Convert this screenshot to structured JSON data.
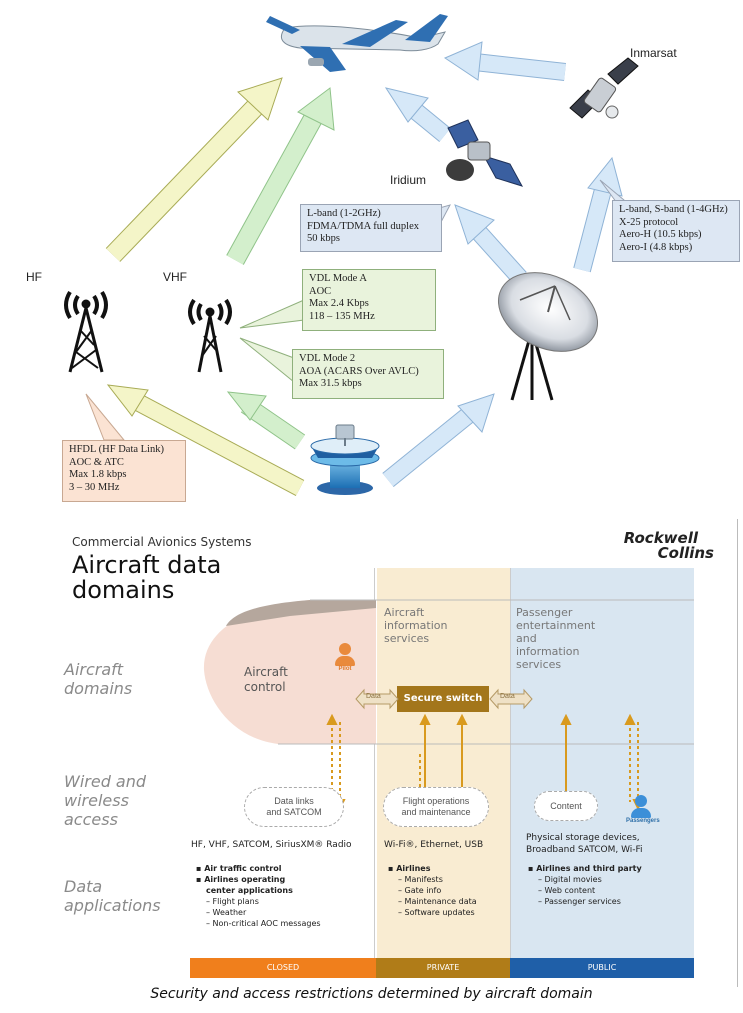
{
  "top_diagram": {
    "labels": {
      "hf": "HF",
      "vhf": "VHF",
      "iridium": "Iridium",
      "inmarsat": "Inmarsat"
    },
    "callouts": {
      "iridium": [
        "L-band (1-2GHz)",
        "FDMA/TDMA full duplex",
        "50 kbps"
      ],
      "inmarsat": [
        "L-band, S-band (1-4GHz)",
        "X-25 protocol",
        "Aero-H (10.5 kbps)",
        "Aero-I (4.8 kbps)"
      ],
      "vdl_a": [
        "VDL Mode A",
        "AOC",
        "Max 2.4 Kbps",
        "118 – 135 MHz"
      ],
      "vdl_2": [
        "VDL Mode 2",
        "AOA (ACARS Over AVLC)",
        "Max 31.5 kbps"
      ],
      "hfdl": [
        "HFDL (HF Data Link)",
        "AOC & ATC",
        "Max 1.8 kbps",
        "3 – 30 MHz"
      ]
    },
    "colors": {
      "hf_arrow": "#f4f5c8",
      "vhf_arrow": "#d3efcc",
      "sat_arrow": "#d6e8f8",
      "callout_blue": "#dde7f3",
      "callout_green": "#e9f3dc",
      "callout_peach": "#fbe3d3"
    }
  },
  "bottom_slide": {
    "kicker": "Commercial Avionics Systems",
    "title_line1": "Aircraft data",
    "title_line2": "domains",
    "brand_line1": "Rockwell",
    "brand_line2": "Collins",
    "row_labels": {
      "aircraft_domains": [
        "Aircraft",
        "domains"
      ],
      "access": [
        "Wired and",
        "wireless",
        "access"
      ],
      "applications": [
        "Data",
        "applications"
      ]
    },
    "domains": {
      "control": {
        "label": [
          "Aircraft",
          "control"
        ],
        "avatar": "Pilot"
      },
      "info": {
        "label": [
          "Aircraft",
          "information",
          "services"
        ]
      },
      "pax": {
        "label": [
          "Passenger",
          "entertainment",
          "and",
          "information",
          "services"
        ]
      }
    },
    "data_tag": "Data",
    "switch_label": "Secure switch",
    "clouds": {
      "control": [
        "Data links",
        "and SATCOM"
      ],
      "info": [
        "Flight operations",
        "and maintenance"
      ],
      "pax": [
        "Content"
      ],
      "pax_avatar": "Passengers"
    },
    "access": {
      "control": "HF, VHF, SATCOM, SiriusXM® Radio",
      "info": "Wi-Fi®, Ethernet, USB",
      "pax": [
        "Physical storage devices,",
        "Broadband SATCOM, Wi-Fi"
      ]
    },
    "apps": {
      "control": {
        "bullets": [
          "Air traffic control",
          "Airlines operating",
          "center applications"
        ],
        "dashes": [
          "Flight plans",
          "Weather",
          "Non-critical AOC messages"
        ]
      },
      "info": {
        "bullets": [
          "Airlines"
        ],
        "dashes": [
          "Manifests",
          "Gate info",
          "Maintenance data",
          "Software updates"
        ]
      },
      "pax": {
        "bullets": [
          "Airlines and third party"
        ],
        "dashes": [
          "Digital movies",
          "Web content",
          "Passenger services"
        ]
      }
    },
    "bands": [
      "CLOSED",
      "PRIVATE",
      "PUBLIC"
    ],
    "caption": "Security and access restrictions determined by aircraft domain",
    "colors": {
      "closed": "#f07f1c",
      "private": "#b07c18",
      "public": "#1f5fa8",
      "control_bg": "#f6ddd3",
      "info_bg": "#f9ecd2",
      "pax_bg": "#d9e6f1",
      "switch": "#a3761b",
      "arrow": "#d99a1e"
    }
  }
}
